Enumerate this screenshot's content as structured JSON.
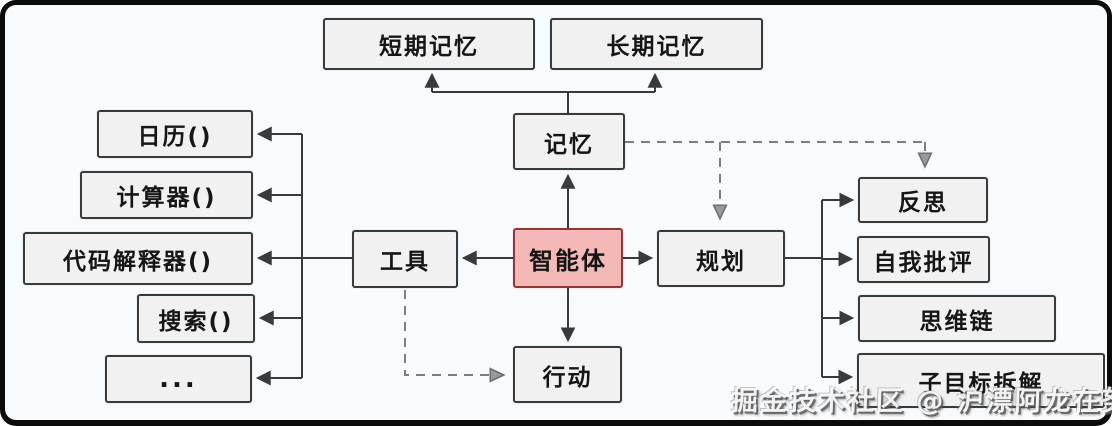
{
  "diagram": {
    "type": "flowchart",
    "topic": "LLM agent architecture (Chinese)",
    "nodes": {
      "short_term_memory": "短期记忆",
      "long_term_memory": "长期记忆",
      "memory": "记忆",
      "calendar": "日历()",
      "calculator": "计算器()",
      "code_interpreter": "代码解释器()",
      "search": "搜索()",
      "more_tools": "...",
      "tools": "工具",
      "agent": "智能体",
      "planning": "规划",
      "action": "行动",
      "reflection": "反思",
      "self_critique": "自我批评",
      "chain_of_thought": "思维链",
      "subgoal_decomposition": "子目标拆解"
    },
    "edges": [
      {
        "from": "memory",
        "to": "short_term_memory",
        "style": "solid-arrow"
      },
      {
        "from": "memory",
        "to": "long_term_memory",
        "style": "solid-arrow"
      },
      {
        "from": "agent",
        "to": "memory",
        "style": "solid-arrow"
      },
      {
        "from": "agent",
        "to": "tools",
        "style": "solid-arrow"
      },
      {
        "from": "agent",
        "to": "planning",
        "style": "solid-arrow"
      },
      {
        "from": "agent",
        "to": "action",
        "style": "solid-arrow"
      },
      {
        "from": "tools",
        "to": "calendar",
        "style": "solid-arrow"
      },
      {
        "from": "tools",
        "to": "calculator",
        "style": "solid-arrow"
      },
      {
        "from": "tools",
        "to": "code_interpreter",
        "style": "solid-arrow"
      },
      {
        "from": "tools",
        "to": "search",
        "style": "solid-arrow"
      },
      {
        "from": "tools",
        "to": "more_tools",
        "style": "solid-arrow"
      },
      {
        "from": "planning",
        "to": "reflection",
        "style": "solid-arrow"
      },
      {
        "from": "planning",
        "to": "self_critique",
        "style": "solid-arrow"
      },
      {
        "from": "planning",
        "to": "chain_of_thought",
        "style": "solid-arrow"
      },
      {
        "from": "planning",
        "to": "subgoal_decomposition",
        "style": "solid-arrow"
      },
      {
        "from": "memory",
        "to": "planning",
        "style": "dashed-arrow"
      },
      {
        "from": "memory",
        "to": "reflection",
        "style": "dashed-arrow"
      },
      {
        "from": "tools",
        "to": "action",
        "style": "dashed-arrow"
      }
    ],
    "colors": {
      "background": "#f8fbfe",
      "frame": "#0b0b0b",
      "node_fill": "#f1f1f1",
      "node_border": "#3a3a3a",
      "agent_fill": "#f4b9b6",
      "agent_border": "#943634",
      "solid_line": "#3a3a3a",
      "dashed_line": "#7d7d7d"
    },
    "watermark": "掘金技术社区 @ 沪漂阿龙在努力"
  }
}
